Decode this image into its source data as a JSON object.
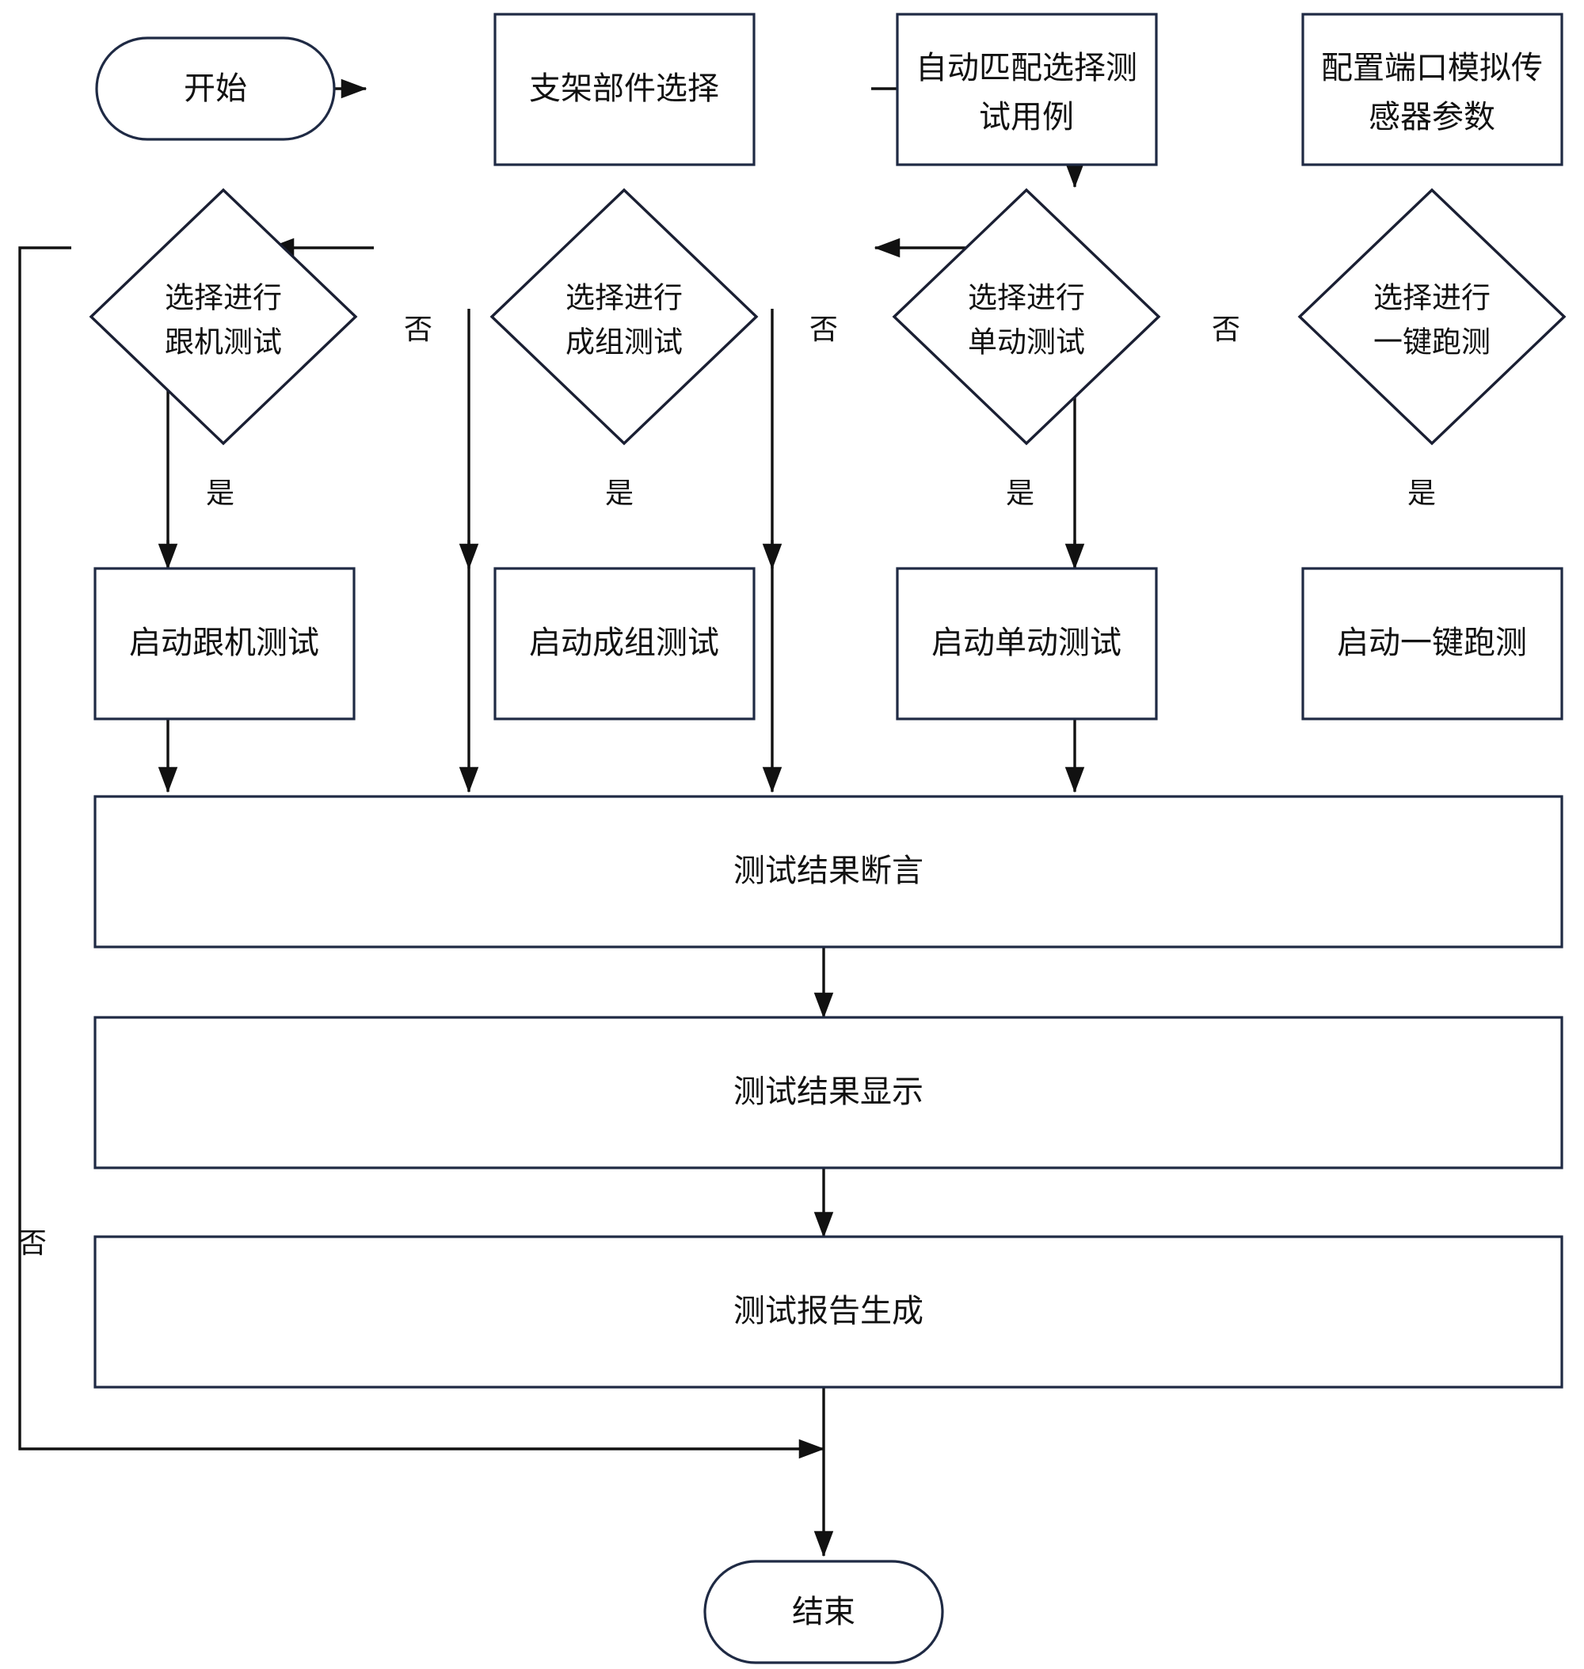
{
  "diagram": {
    "type": "flowchart",
    "title": "",
    "colors": {
      "node_stroke": "#1f2a44",
      "node_fill": "#ffffff",
      "edge": "#111111",
      "text": "#111111",
      "background": "#ffffff"
    },
    "nodes": {
      "start": {
        "label": "开始",
        "shape": "terminator"
      },
      "bracket_select": {
        "label": "支架部件选择",
        "shape": "process"
      },
      "auto_match": {
        "line1": "自动匹配选择测",
        "line2": "试用例",
        "shape": "process"
      },
      "config_port": {
        "line1": "配置端口模拟传",
        "line2": "感器参数",
        "shape": "process"
      },
      "decision_onekey": {
        "line1": "选择进行",
        "line2": "一键跑测",
        "shape": "decision"
      },
      "decision_single": {
        "line1": "选择进行",
        "line2": "单动测试",
        "shape": "decision"
      },
      "decision_group": {
        "line1": "选择进行",
        "line2": "成组测试",
        "shape": "decision"
      },
      "decision_follow": {
        "line1": "选择进行",
        "line2": "跟机测试",
        "shape": "decision"
      },
      "run_onekey": {
        "label": "启动一键跑测",
        "shape": "process"
      },
      "run_single": {
        "label": "启动单动测试",
        "shape": "process"
      },
      "run_group": {
        "label": "启动成组测试",
        "shape": "process"
      },
      "run_follow": {
        "label": "启动跟机测试",
        "shape": "process"
      },
      "assert_result": {
        "label": "测试结果断言",
        "shape": "process"
      },
      "display_result": {
        "label": "测试结果显示",
        "shape": "process"
      },
      "generate_report": {
        "label": "测试报告生成",
        "shape": "process"
      },
      "end": {
        "label": "结束",
        "shape": "terminator"
      }
    },
    "edge_labels": {
      "no_onekey": "否",
      "no_single": "否",
      "no_group": "否",
      "no_follow": "否",
      "yes_onekey": "是",
      "yes_single": "是",
      "yes_group": "是",
      "yes_follow": "是"
    }
  }
}
